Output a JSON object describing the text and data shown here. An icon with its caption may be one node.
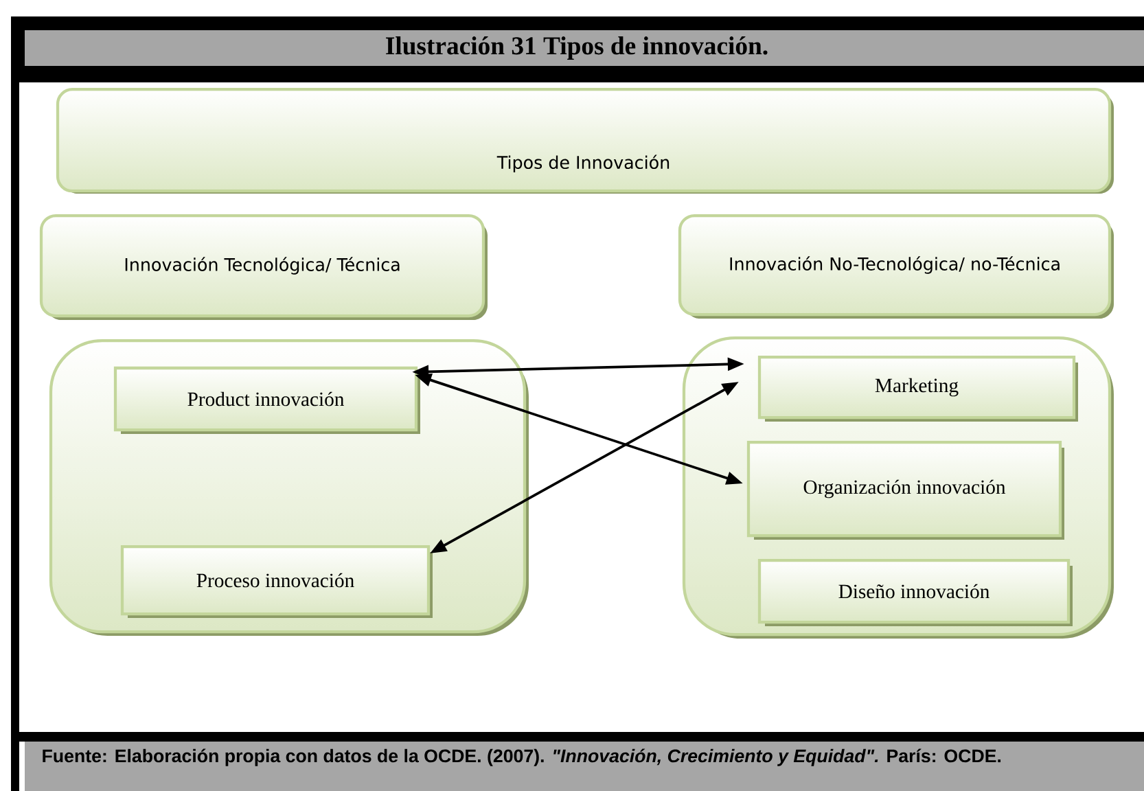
{
  "diagram": {
    "title": "Ilustración 31 Tipos de innovación.",
    "caption": "Fuente: Elaboración propia con datos de la  OCDE. (2007). *\"Innovación, Crecimiento y Equidad\".* París: OCDE.",
    "nodes": [
      {
        "text": [
          "Tipos de Innovación"
        ]
      },
      {
        "text": [
          "Innovación Tecnológica/ Técnica"
        ]
      },
      {
        "text": [
          "Innovación No-Tecnológica/ no-Técnica"
        ]
      },
      {
        "text": [],
        "shape": "box"
      },
      {
        "text": [
          "Product innovación"
        ],
        "in": 3
      },
      {
        "text": [
          "Proceso innovación"
        ],
        "in": 3
      },
      {
        "text": [],
        "shape": "box"
      },
      {
        "text": [
          "Marketing"
        ],
        "in": 6
      },
      {
        "text": [
          "Organización innovación"
        ],
        "in": 6
      },
      {
        "text": [
          "Diseño innovación"
        ],
        "in": 6
      }
    ],
    "edges": [
      {
        "from": 4,
        "to": 7,
        "arrow": "both"
      },
      {
        "from": 4,
        "to": 8,
        "arrow": "both"
      },
      {
        "from": 5,
        "to": 7,
        "arrow": "both"
      }
    ]
  }
}
